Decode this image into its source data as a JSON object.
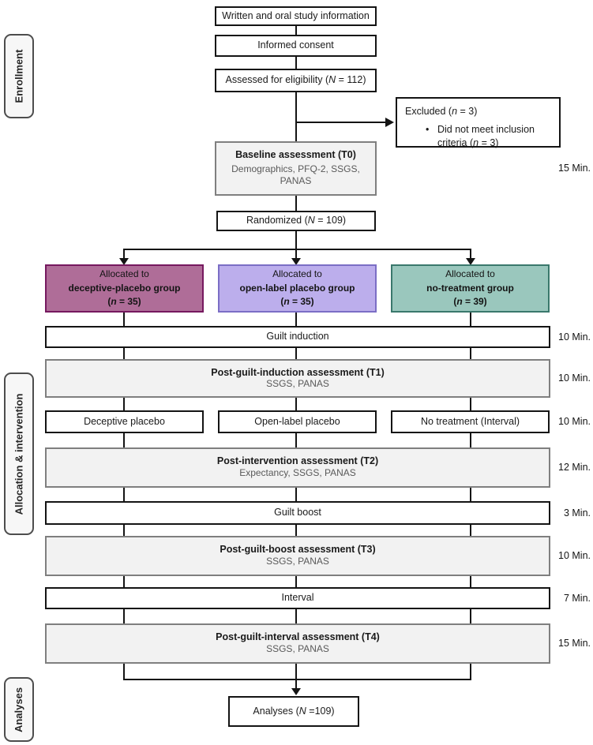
{
  "colors": {
    "line": "#141414",
    "gray_fill": "#f2f2f2",
    "gray_border": "#7f7f7f",
    "body_text": "#595959",
    "deceptive_fill": "#af6d98",
    "deceptive_border": "#76195f",
    "openlabel_fill": "#bcaeec",
    "openlabel_border": "#7b6ec5",
    "notreatment_fill": "#9ac7bd",
    "notreatment_border": "#3a786c",
    "side_fill": "#f7f7f7",
    "side_border": "#4d4d4d"
  },
  "icons": {
    "bullet": "•"
  },
  "sidebar": {
    "enrollment": "Enrollment",
    "allocation": "Allocation & intervention",
    "analyses": "Analyses"
  },
  "top": {
    "info": "Written and oral study information",
    "consent": "Informed consent",
    "eligibility": [
      {
        "t": "Assessed for eligibility ("
      },
      {
        "t": "N",
        "i": true
      },
      {
        "t": " = 112)"
      }
    ],
    "excluded_title": [
      {
        "t": "Excluded ("
      },
      {
        "t": "n",
        "i": true
      },
      {
        "t": " = 3)"
      }
    ],
    "excluded_bullet": [
      {
        "t": "Did not meet inclusion criteria ("
      },
      {
        "t": "n",
        "i": true
      },
      {
        "t": " = 3)"
      }
    ],
    "baseline": {
      "title": "Baseline assessment (T0)",
      "body": "Demographics, PFQ-2, SSGS, PANAS",
      "duration": "15 Min."
    },
    "randomized": [
      {
        "t": "Randomized ("
      },
      {
        "t": "N",
        "i": true
      },
      {
        "t": " = 109)"
      }
    ]
  },
  "groups": [
    {
      "line1": "Allocated to",
      "line2": "deceptive-placebo group",
      "line3": [
        {
          "t": "(",
          "b": true
        },
        {
          "t": "n",
          "i": true
        },
        {
          "t": " = 35)"
        }
      ]
    },
    {
      "line1": "Allocated to",
      "line2": "open-label placebo group",
      "line3": [
        {
          "t": "("
        },
        {
          "t": "n",
          "i": true
        },
        {
          "t": " = 35)"
        }
      ]
    },
    {
      "line1": "Allocated to",
      "line2": "no-treatment group",
      "line3": [
        {
          "t": "("
        },
        {
          "t": "n",
          "i": true
        },
        {
          "t": " = 39)"
        }
      ]
    }
  ],
  "rows": [
    {
      "kind": "plain",
      "label": "Guilt induction",
      "duration": "10 Min."
    },
    {
      "kind": "assessment",
      "title": "Post-guilt-induction assessment (T1)",
      "body": "SSGS, PANAS",
      "duration": "10 Min."
    },
    {
      "kind": "triple",
      "boxes": [
        "Deceptive placebo",
        "Open-label placebo",
        "No treatment (Interval)"
      ],
      "duration": "10 Min."
    },
    {
      "kind": "assessment",
      "title": "Post-intervention assessment (T2)",
      "body": "Expectancy, SSGS, PANAS",
      "duration": "12 Min."
    },
    {
      "kind": "plain",
      "label": "Guilt boost",
      "duration": "3 Min."
    },
    {
      "kind": "assessment",
      "title": "Post-guilt-boost assessment (T3)",
      "body": "SSGS, PANAS",
      "duration": "10 Min."
    },
    {
      "kind": "plain",
      "label": "Interval",
      "duration": "7 Min."
    },
    {
      "kind": "assessment",
      "title": "Post-guilt-interval assessment (T4)",
      "body": "SSGS, PANAS",
      "duration": "15 Min."
    }
  ],
  "analyses_box": [
    {
      "t": "Analyses ("
    },
    {
      "t": "N",
      "i": true
    },
    {
      "t": " =109)"
    }
  ]
}
